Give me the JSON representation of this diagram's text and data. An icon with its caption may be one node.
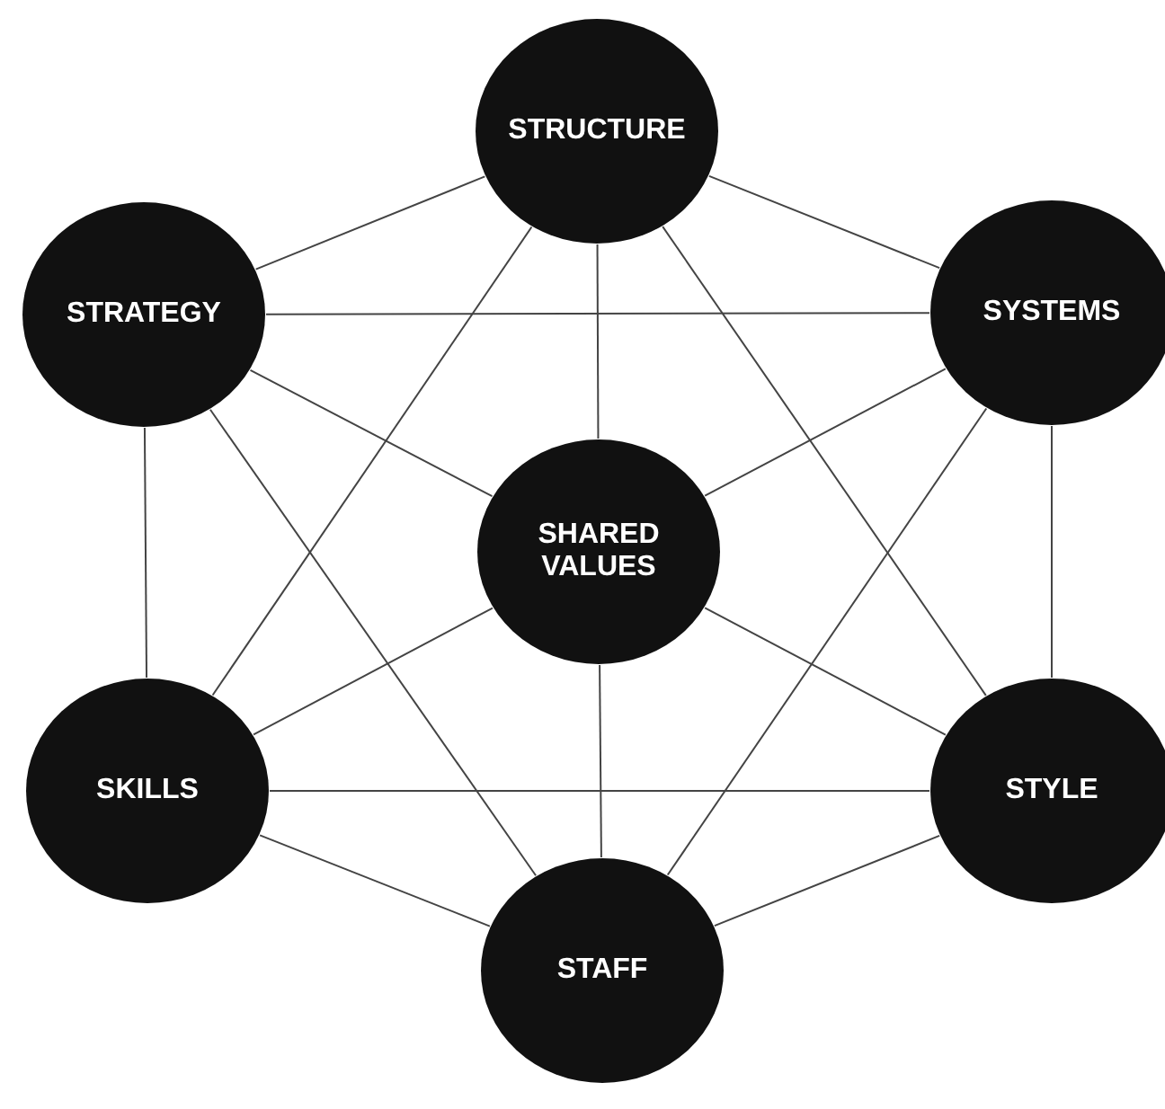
{
  "diagram": {
    "nodes": [
      {
        "text": [
          "STRUCTURE"
        ]
      },
      {
        "text": [
          "STRATEGY"
        ]
      },
      {
        "text": [
          "SYSTEMS"
        ]
      },
      {
        "text": [
          "SHARED VALUES"
        ]
      },
      {
        "text": [
          "SKILLS"
        ]
      },
      {
        "text": [
          "STYLE"
        ]
      },
      {
        "text": [
          "STAFF"
        ]
      }
    ],
    "edges": [
      {
        "from": 0,
        "to": 1,
        "arrow": "none"
      },
      {
        "from": 0,
        "to": 2,
        "arrow": "none"
      },
      {
        "from": 0,
        "to": 3,
        "arrow": "none"
      },
      {
        "from": 0,
        "to": 4,
        "arrow": "none"
      },
      {
        "from": 0,
        "to": 5,
        "arrow": "none"
      },
      {
        "from": 1,
        "to": 2,
        "arrow": "none"
      },
      {
        "from": 1,
        "to": 3,
        "arrow": "none"
      },
      {
        "from": 1,
        "to": 4,
        "arrow": "none"
      },
      {
        "from": 1,
        "to": 6,
        "arrow": "none"
      },
      {
        "from": 2,
        "to": 3,
        "arrow": "none"
      },
      {
        "from": 2,
        "to": 5,
        "arrow": "none"
      },
      {
        "from": 2,
        "to": 6,
        "arrow": "none"
      },
      {
        "from": 3,
        "to": 4,
        "arrow": "none"
      },
      {
        "from": 3,
        "to": 5,
        "arrow": "none"
      },
      {
        "from": 3,
        "to": 6,
        "arrow": "none"
      },
      {
        "from": 4,
        "to": 5,
        "arrow": "none"
      },
      {
        "from": 4,
        "to": 6,
        "arrow": "none"
      },
      {
        "from": 5,
        "to": 6,
        "arrow": "none"
      }
    ]
  }
}
